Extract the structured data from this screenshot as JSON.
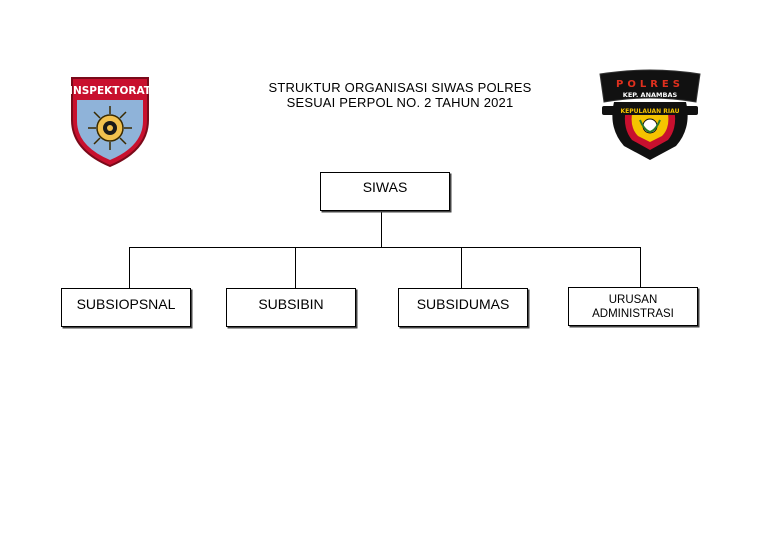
{
  "header": {
    "title_line1": "STRUKTUR ORGANISASI SIWAS POLRES",
    "title_line2": "SESUAI PERPOL NO. 2 TAHUN 2021"
  },
  "logos": {
    "left": {
      "icon": "inspektorat-badge-icon",
      "text": "INSPEKTORAT"
    },
    "right": {
      "icon": "polres-badge-icon",
      "text_top": "POLRES",
      "text_mid": "KEP. ANAMBAS",
      "text_bottom": "KEPULAUAN RIAU"
    }
  },
  "org_chart": {
    "root": "SIWAS",
    "children": [
      {
        "label": "SUBSIOPSNAL"
      },
      {
        "label": "SUBSIBIN"
      },
      {
        "label": "SUBSIDUMAS"
      },
      {
        "label_line1": "URUSAN",
        "label_line2": "ADMINISTRASI"
      }
    ]
  },
  "colors": {
    "inspektorat_red": "#c8102e",
    "inspektorat_blue": "#8fb3d9",
    "polres_black": "#111111",
    "polres_red": "#c8102e",
    "polres_yellow": "#f5c400"
  }
}
